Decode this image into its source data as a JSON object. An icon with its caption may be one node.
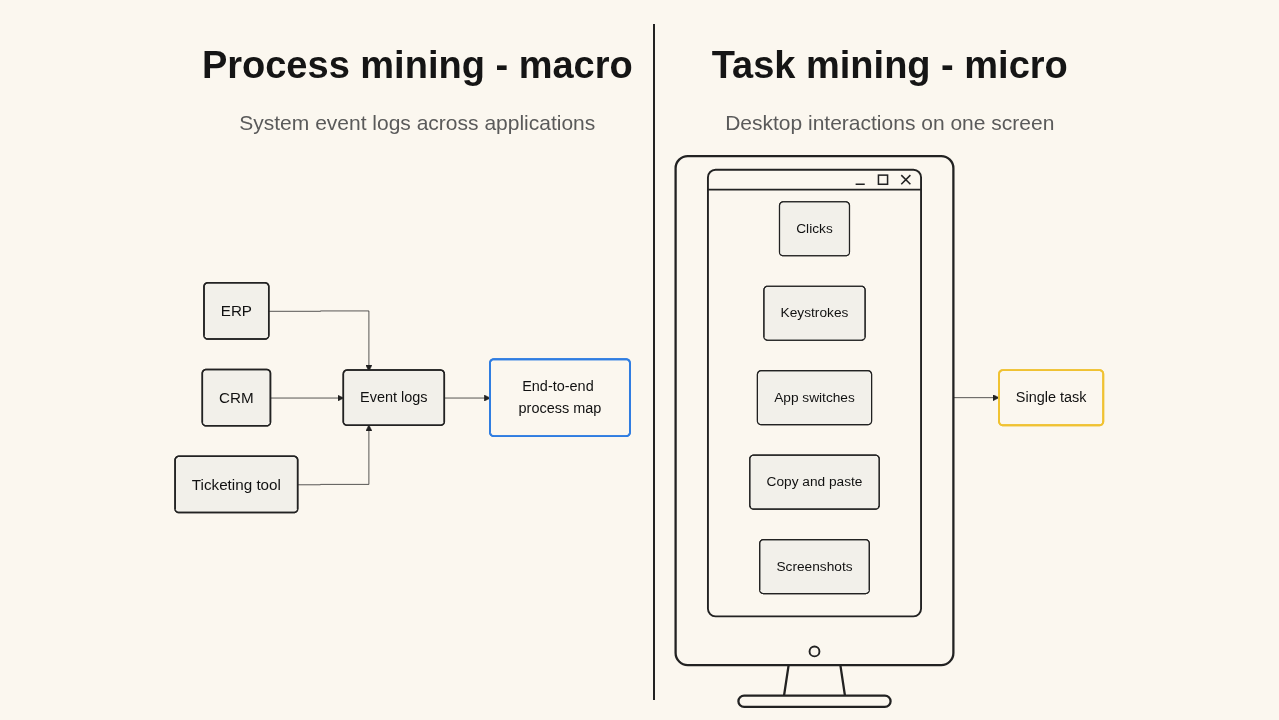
{
  "diagram": {
    "nodes": [
      {
        "text": [
          "ERP"
        ]
      },
      {
        "text": [
          "CRM"
        ]
      },
      {
        "text": [
          "Ticketing tool"
        ]
      },
      {
        "text": [
          "Event logs"
        ]
      },
      {
        "text": [
          "End-to-end process map"
        ]
      },
      {
        "text": [],
        "shape": "monitor"
      },
      {
        "text": [],
        "shape": "window",
        "in": 5
      },
      {
        "text": [
          "Clicks"
        ],
        "in": 6
      },
      {
        "text": [
          "Keystrokes"
        ],
        "in": 6
      },
      {
        "text": [
          "App switches"
        ],
        "in": 6
      },
      {
        "text": [
          "Copy and paste"
        ],
        "in": 6
      },
      {
        "text": [
          "Screenshots"
        ],
        "in": 6
      },
      {
        "text": [
          "Single task"
        ]
      }
    ],
    "edges": [
      {
        "from": 0,
        "to": 3,
        "arrow": "to"
      },
      {
        "from": 1,
        "to": 3,
        "arrow": "to"
      },
      {
        "from": 2,
        "to": 3,
        "arrow": "to"
      },
      {
        "from": 3,
        "to": 4,
        "arrow": "to"
      },
      {
        "from": 5,
        "to": 12,
        "arrow": "to"
      }
    ],
    "labels": [
      "Process mining - macro",
      "System event logs across applications",
      "Task mining - micro",
      "Desktop interactions on one screen"
    ]
  }
}
